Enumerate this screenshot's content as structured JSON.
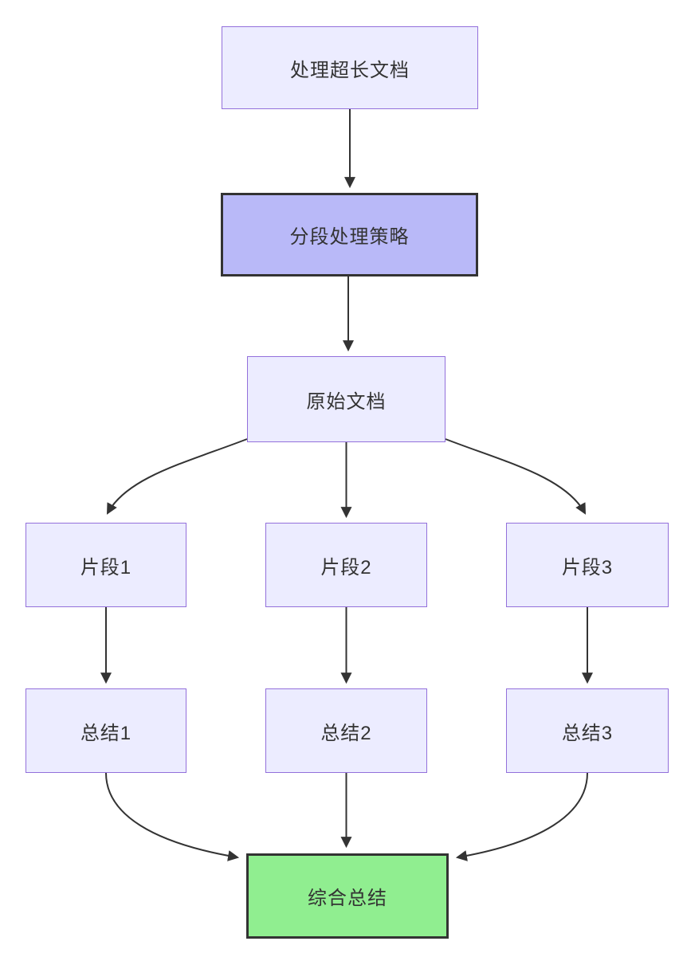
{
  "diagram": {
    "type": "flowchart",
    "direction": "top-down",
    "nodes": {
      "doc": {
        "label": "处理超长文档",
        "style": "default"
      },
      "strategy": {
        "label": "分段处理策略",
        "style": "highlight"
      },
      "original": {
        "label": "原始文档",
        "style": "default"
      },
      "seg1": {
        "label": "片段1",
        "style": "default"
      },
      "seg2": {
        "label": "片段2",
        "style": "default"
      },
      "seg3": {
        "label": "片段3",
        "style": "default"
      },
      "sum1": {
        "label": "总结1",
        "style": "default"
      },
      "sum2": {
        "label": "总结2",
        "style": "default"
      },
      "sum3": {
        "label": "总结3",
        "style": "default"
      },
      "final": {
        "label": "综合总结",
        "style": "final"
      }
    },
    "edges": [
      {
        "from": "doc",
        "to": "strategy"
      },
      {
        "from": "strategy",
        "to": "original"
      },
      {
        "from": "original",
        "to": "seg1"
      },
      {
        "from": "original",
        "to": "seg2"
      },
      {
        "from": "original",
        "to": "seg3"
      },
      {
        "from": "seg1",
        "to": "sum1"
      },
      {
        "from": "seg2",
        "to": "sum2"
      },
      {
        "from": "seg3",
        "to": "sum3"
      },
      {
        "from": "sum1",
        "to": "final"
      },
      {
        "from": "sum2",
        "to": "final"
      },
      {
        "from": "sum3",
        "to": "final"
      }
    ],
    "colors": {
      "node_fill": "#ECECFF",
      "node_border": "#9370DB",
      "highlight_fill": "#b9b9f8",
      "strong_border": "#333333",
      "final_fill": "#90ee90",
      "edge": "#333333",
      "text": "#333333",
      "background": "#ffffff"
    }
  }
}
